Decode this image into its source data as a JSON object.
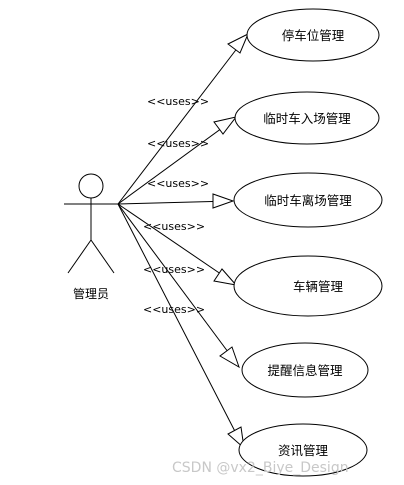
{
  "actor": {
    "label": "管理员"
  },
  "stereotype": "<<uses>>",
  "use_cases": [
    {
      "label": "停车位管理"
    },
    {
      "label": "临时车入场管理"
    },
    {
      "label": "临时车离场管理"
    },
    {
      "label": "车辆管理"
    },
    {
      "label": "提醒信息管理"
    },
    {
      "label": "资讯管理"
    }
  ],
  "watermark": "CSDN @vx2_Biye_Design"
}
